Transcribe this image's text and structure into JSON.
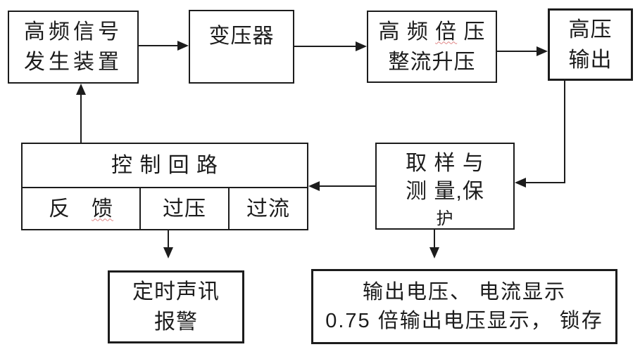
{
  "diagram": {
    "title": "High-frequency high-voltage generator block diagram",
    "colors": {
      "background": "#ffffff",
      "line": "#1c1c1c",
      "squiggle": "#e08585"
    },
    "nodes": {
      "hf_signal": {
        "line1": "高频信号",
        "line2": "发生装置"
      },
      "transformer": {
        "label": "变压器"
      },
      "doubler": {
        "line1_pre": "高 频 ",
        "line1_mark": "倍",
        "line1_post": " 压",
        "line2": "整流升压"
      },
      "hv_output": {
        "line1": "高压",
        "line2": "输出"
      },
      "control": {
        "title": "控 制 回 路",
        "cell_feedback_left": "反",
        "cell_feedback_mark": "馈",
        "cell_overvoltage": "过压",
        "cell_overcurrent": "过流"
      },
      "sampling": {
        "line1": "取 样 与",
        "line2": "测 量,保",
        "line3": "护"
      },
      "alarm": {
        "line1": "定时声讯",
        "line2": "报警"
      },
      "display": {
        "line1": "输出电压、 电流显示",
        "line2": "0.75 倍输出电压显示， 锁存"
      }
    }
  }
}
